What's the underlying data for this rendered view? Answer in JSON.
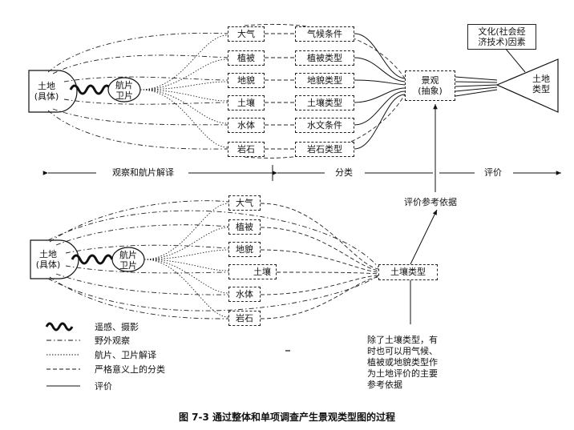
{
  "top": {
    "land": [
      "土地",
      "(具体)"
    ],
    "photo": [
      "航片",
      "卫片"
    ],
    "factors": [
      "大气",
      "植被",
      "地貌",
      "土壤",
      "水体",
      "岩石"
    ],
    "types": [
      "气候条件",
      "植被类型",
      "地貌类型",
      "土壤类型",
      "水文条件",
      "岩石类型"
    ],
    "landscape": [
      "景观",
      "(抽象)"
    ],
    "culture": [
      "文化(社会经",
      "济技术)因素"
    ],
    "landtype": [
      "土地",
      "类型"
    ]
  },
  "axis": {
    "interpret": "观察和航片解译",
    "classify": "分类",
    "evaluate": "评价",
    "basis": "评价参考依据"
  },
  "bottom": {
    "land": [
      "土地",
      "(具体)"
    ],
    "photo": [
      "航片",
      "卫片"
    ],
    "factors": [
      "大气",
      "植被",
      "地貌",
      "土壤",
      "水体",
      "岩石"
    ],
    "soiltype": "土壤类型",
    "note": [
      "除了土壤类型，有",
      "时也可以用气候、",
      "植被或地貌类型作",
      "为土地评价的主要",
      "参考依据"
    ]
  },
  "legend": [
    {
      "label": "遥感、摄影"
    },
    {
      "label": "野外观察"
    },
    {
      "label": "航片、卫片解译"
    },
    {
      "label": "严格意义上的分类"
    },
    {
      "label": "评价"
    }
  ],
  "caption": "图 7-3    通过整体和单项调查产生景观类型图的过程"
}
